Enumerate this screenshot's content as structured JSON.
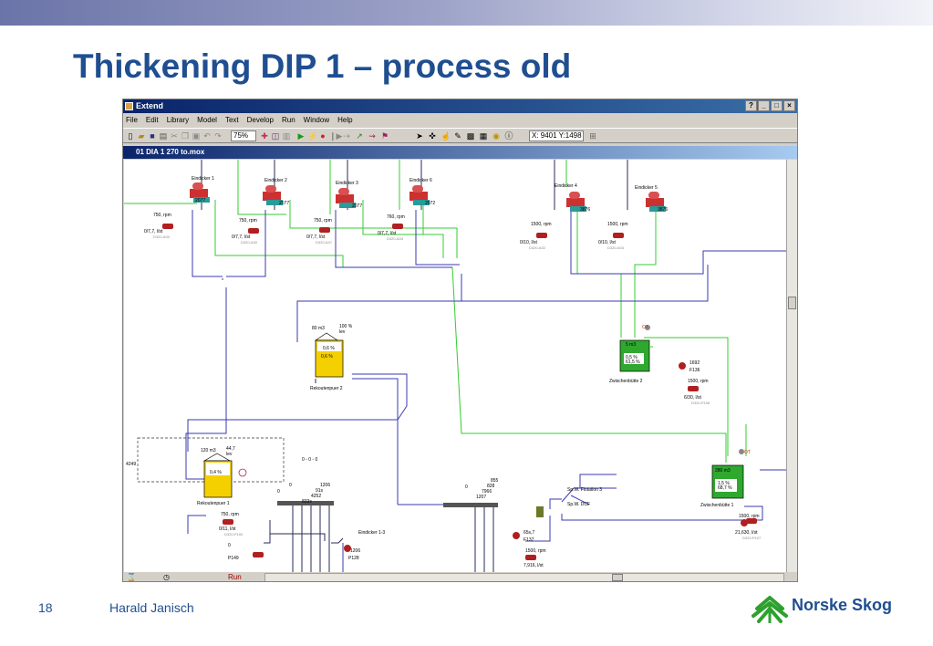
{
  "slide": {
    "title": "Thickening DIP 1 – process old",
    "page_number": "18",
    "author": "Harald Janisch",
    "logo_text": "Norske Skog",
    "accent_color": "#1f4e91"
  },
  "app": {
    "title": "Extend",
    "menu": [
      "File",
      "Edit",
      "Library",
      "Model",
      "Text",
      "Develop",
      "Run",
      "Window",
      "Help"
    ],
    "zoom": "75%",
    "coords": "X: 9401 Y:1498",
    "document_title": "01 DIA 1 270 to.mox",
    "status_run": "Run"
  },
  "diagram": {
    "thickeners": [
      {
        "name": "Eindicker 1",
        "value": "2077",
        "rpm": "750, rpm",
        "flow": "0/7,7, l/st",
        "code": "D320-A00"
      },
      {
        "name": "Eindicker 2",
        "value": "2077",
        "rpm": "750, rpm",
        "flow": "0/7,7, l/st",
        "code": "D320-A00"
      },
      {
        "name": "Eindicker 3",
        "value": "2077",
        "rpm": "750, rpm",
        "flow": "0/7,7, l/st",
        "code": "D320-A07"
      },
      {
        "name": "Eindicker 6",
        "value": "2072",
        "rpm": "760, rpm",
        "flow": "0/7,7, l/st",
        "code": "D320-A04"
      },
      {
        "name": "Eindicker 4",
        "value": "3876",
        "rpm": "1500, rpm",
        "flow": "0/10, l/st",
        "code": "D320-A02"
      },
      {
        "name": "Eindicker 5",
        "value": "3876",
        "rpm": "1500, rpm",
        "flow": "0/10, l/st",
        "code": "D320-A03"
      }
    ],
    "tank_2": {
      "name": "Rekoutenpuer 2",
      "volume": "80 m3",
      "level_pct": "100 %",
      "level_label": "lev",
      "sub": "0,6 %",
      "extra": "0,6 %"
    },
    "tank_1": {
      "name": "Rekoutenpuer 1",
      "volume": "120 m3",
      "level_pct": "44,7",
      "level_label": "lev",
      "sub": "0,4 %"
    },
    "chest_2": {
      "name": "Zwischenbütte 2",
      "volume": "5 m3",
      "pct": "0,5 %",
      "value": "61,5 %",
      "pump_rate": "1500, rpm",
      "pump_flow": "6/30, l/st",
      "pump_id": "F136",
      "pump_code": "D320-P106",
      "pump_value": "1692",
      "ot": "OT"
    },
    "chest_1": {
      "name": "Zwischenbütte 1",
      "volume": "280 m3",
      "pct": "1,5 %",
      "value": "68,7 %",
      "pump_rate": "1500, rpm",
      "pump_flow": "21,630, l/st",
      "pump_code": "D320-P107",
      "ot": "OT"
    },
    "pump_p1": {
      "rpm": "750, rpm",
      "flow": "0/11, l/st",
      "code": "D320-P100"
    },
    "pump_p137": {
      "rpm": "1500, rpm",
      "flow": "7,916, l/st",
      "id": "F137",
      "value": "65s,7"
    },
    "pump_p128": {
      "id": "P128",
      "value": "1206",
      "label": "Eindicker 1-3"
    },
    "pump_p149": {
      "id": "P149",
      "value": "0"
    },
    "outputs": [
      "Sp.W. Flotation 3",
      "Sp.W. DCF"
    ],
    "manifold_1": {
      "values": [
        "0",
        "0",
        "1206",
        "91s",
        "4252",
        "833s"
      ]
    },
    "manifold_2": {
      "values": [
        "0",
        "855",
        "828",
        "7966",
        "1207"
      ]
    },
    "misc": [
      "0 - 0 - 0",
      "4249"
    ],
    "colors": {
      "green_line": "#33cc33",
      "blue_line": "#3a3ab0",
      "dark_line": "#2a2a5a",
      "tank_fill": "#f5d000",
      "chest_fill": "#2ea82e"
    }
  }
}
